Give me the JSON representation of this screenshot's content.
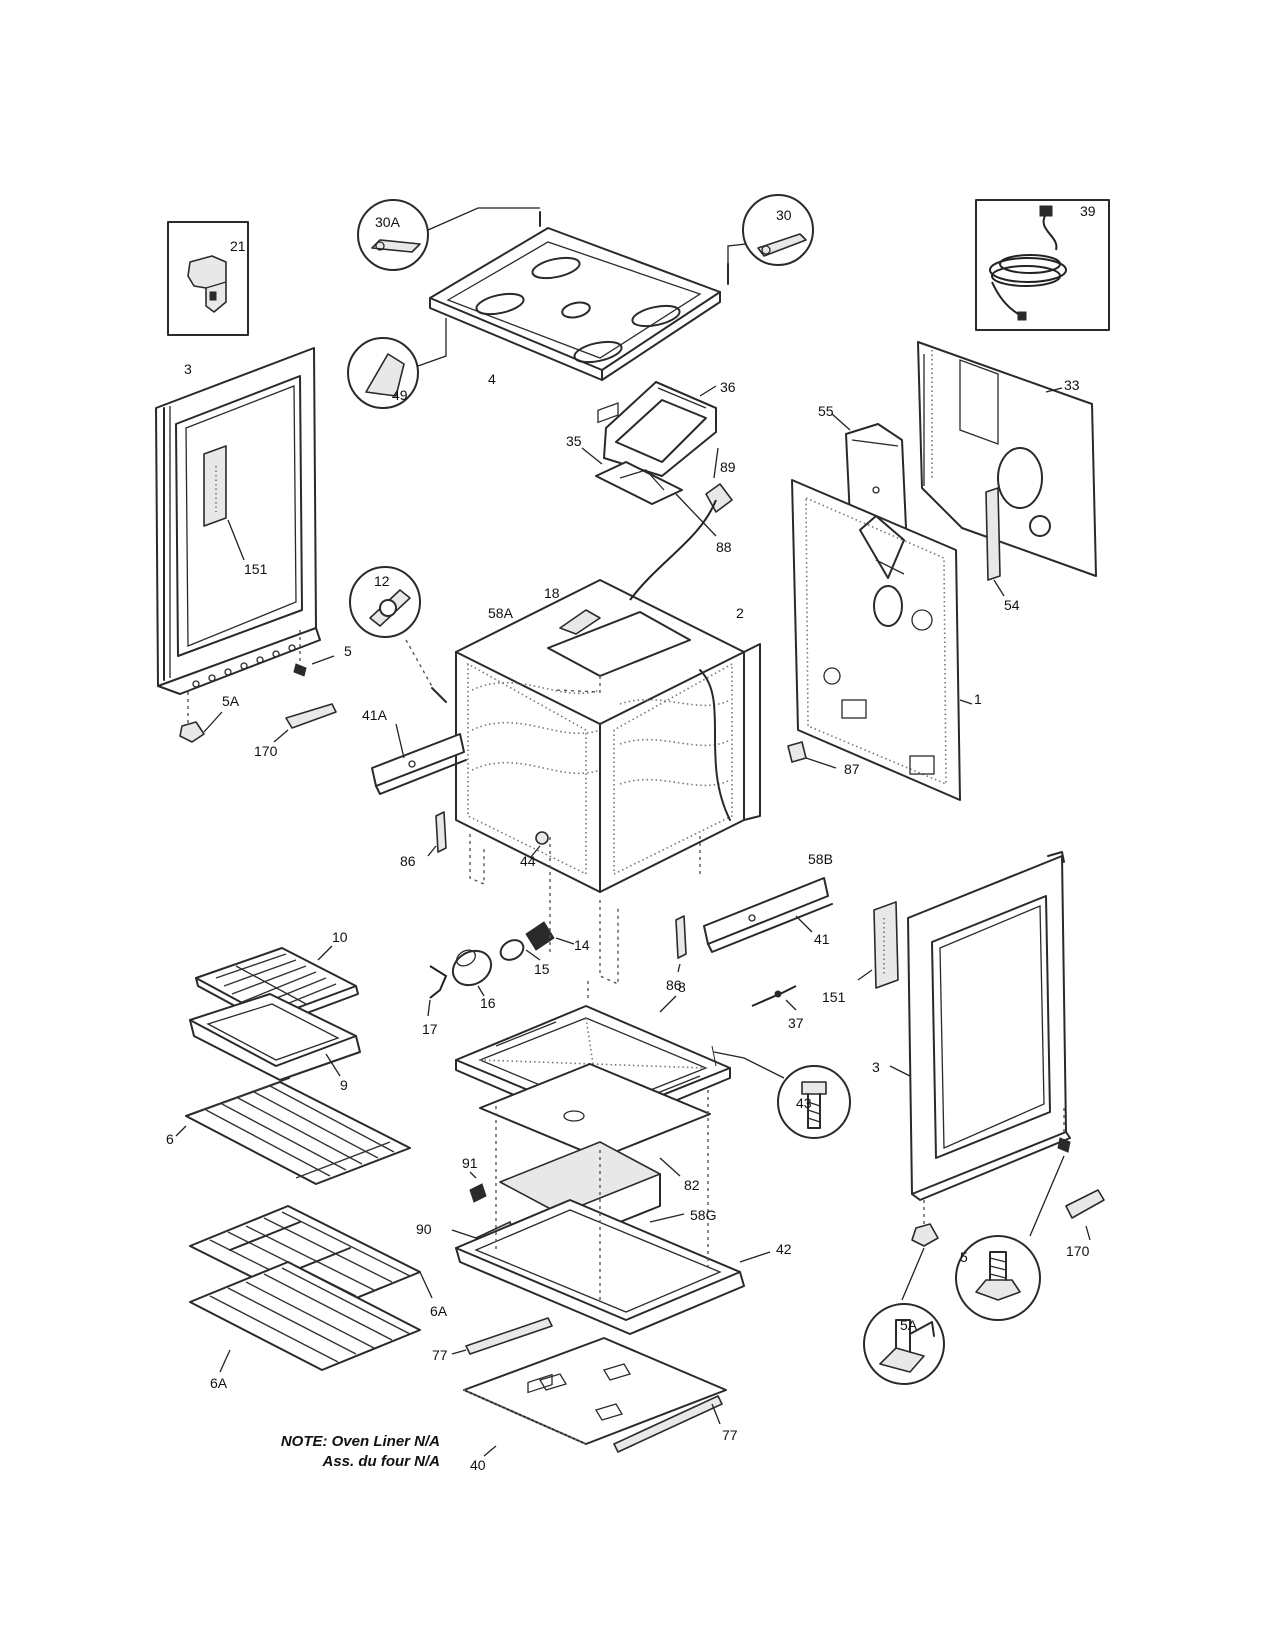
{
  "note_lines": [
    "NOTE: Oven Liner N/A",
    "Ass. du four N/A"
  ],
  "callouts": [
    {
      "id": "c-21",
      "text": "21"
    },
    {
      "id": "c-30a",
      "text": "30A"
    },
    {
      "id": "c-30",
      "text": "30"
    },
    {
      "id": "c-39",
      "text": "39"
    },
    {
      "id": "c-3-left",
      "text": "3"
    },
    {
      "id": "c-49",
      "text": "49"
    },
    {
      "id": "c-4",
      "text": "4"
    },
    {
      "id": "c-36",
      "text": "36"
    },
    {
      "id": "c-33",
      "text": "33"
    },
    {
      "id": "c-55",
      "text": "55"
    },
    {
      "id": "c-35",
      "text": "35"
    },
    {
      "id": "c-89",
      "text": "89"
    },
    {
      "id": "c-88",
      "text": "88"
    },
    {
      "id": "c-151-left",
      "text": "151"
    },
    {
      "id": "c-54",
      "text": "54"
    },
    {
      "id": "c-12",
      "text": "12"
    },
    {
      "id": "c-18",
      "text": "18"
    },
    {
      "id": "c-58a",
      "text": "58A"
    },
    {
      "id": "c-2",
      "text": "2"
    },
    {
      "id": "c-5-left",
      "text": "5"
    },
    {
      "id": "c-5a-left",
      "text": "5A"
    },
    {
      "id": "c-41a",
      "text": "41A"
    },
    {
      "id": "c-1",
      "text": "1"
    },
    {
      "id": "c-170-left",
      "text": "170"
    },
    {
      "id": "c-87",
      "text": "87"
    },
    {
      "id": "c-86-left",
      "text": "86"
    },
    {
      "id": "c-44",
      "text": "44"
    },
    {
      "id": "c-58b",
      "text": "58B"
    },
    {
      "id": "c-10",
      "text": "10"
    },
    {
      "id": "c-14",
      "text": "14"
    },
    {
      "id": "c-41",
      "text": "41"
    },
    {
      "id": "c-15",
      "text": "15"
    },
    {
      "id": "c-86-right",
      "text": "86"
    },
    {
      "id": "c-151-right",
      "text": "151"
    },
    {
      "id": "c-16",
      "text": "16"
    },
    {
      "id": "c-37",
      "text": "37"
    },
    {
      "id": "c-17",
      "text": "17"
    },
    {
      "id": "c-8",
      "text": "8"
    },
    {
      "id": "c-9",
      "text": "9"
    },
    {
      "id": "c-3-right",
      "text": "3"
    },
    {
      "id": "c-43",
      "text": "43"
    },
    {
      "id": "c-6",
      "text": "6"
    },
    {
      "id": "c-82",
      "text": "82"
    },
    {
      "id": "c-91",
      "text": "91"
    },
    {
      "id": "c-58g",
      "text": "58G"
    },
    {
      "id": "c-170-right",
      "text": "170"
    },
    {
      "id": "c-90",
      "text": "90"
    },
    {
      "id": "c-42",
      "text": "42"
    },
    {
      "id": "c-5-right",
      "text": "5"
    },
    {
      "id": "c-6a-right",
      "text": "6A"
    },
    {
      "id": "c-5a-right",
      "text": "5A"
    },
    {
      "id": "c-77-left",
      "text": "77"
    },
    {
      "id": "c-6a-left",
      "text": "6A"
    },
    {
      "id": "c-77-right",
      "text": "77"
    },
    {
      "id": "c-40",
      "text": "40"
    }
  ]
}
